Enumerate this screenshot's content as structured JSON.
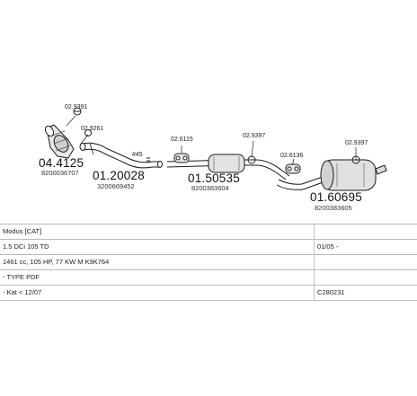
{
  "parts": {
    "catalyst": {
      "number": "04.4125",
      "oem": "8200036707"
    },
    "front_pipe": {
      "number": "01.20028",
      "oem": "3200669452"
    },
    "middle_silencer": {
      "number": "01.50535",
      "oem": "8200383604"
    },
    "rear_silencer": {
      "number": "01.60695",
      "oem": "8200383605"
    }
  },
  "fittings": {
    "clamp_top": "02.9391",
    "clamp_cat": "02.9261",
    "hanger_mid": "02.6115",
    "gasket_45": "#45",
    "clamp_mid": "02.9397",
    "hanger_rear": "02.6136",
    "clamp_rear": "02.9397"
  },
  "spec_rows": [
    {
      "left": "Modus  [CAT]",
      "right": ""
    },
    {
      "left": "1.5 DCi 105 TD",
      "right": "01/05 -"
    },
    {
      "left": "1461 cc, 105 HP, 77 KW  M  K9K764",
      "right": ""
    },
    {
      "left": "- TYPE PDF",
      "right": ""
    },
    {
      "left": "- Kat < 12/07",
      "right": "C280231"
    }
  ]
}
